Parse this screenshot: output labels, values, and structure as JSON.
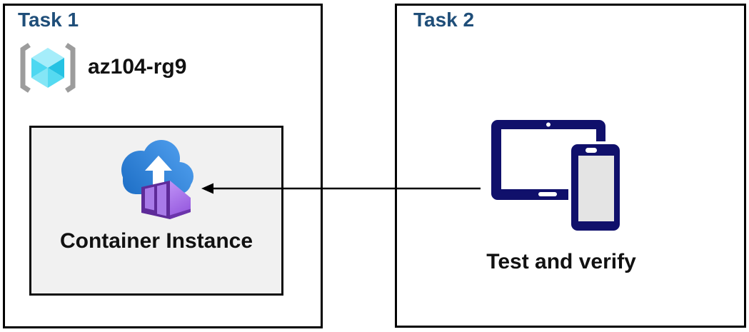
{
  "task1": {
    "title": "Task 1",
    "resource_group_name": "az104-rg9",
    "container_label": "Container Instance"
  },
  "task2": {
    "title": "Task 2",
    "caption": "Test and verify"
  },
  "arrow": {
    "direction": "from task2 devices to container instance",
    "style": "solid black, left-pointing arrowhead"
  },
  "icons": {
    "resource_group": "gray brackets enclosing cyan cube",
    "container_instance": "blue cloud with white upload arrow and purple container box",
    "devices": "navy tablet with overlapping navy phone"
  },
  "colors": {
    "page_bg": "#FFFFFF",
    "heading": "#1F4E79",
    "text": "#111111",
    "box_border": "#000000",
    "inner_box_bg": "#F1F1F1",
    "bracket_gray": "#9C9C9C",
    "cube_top": "#A5EDFA",
    "cube_left": "#4DD8F1",
    "cube_bottom_left": "#84E6F6",
    "cube_right": "#25C2E3",
    "cube_bottom_right": "#55DAF1",
    "cloud_dark": "#1E6FC6",
    "cloud_light": "#509FEE",
    "container_frame": "#5E2B99",
    "container_panel": "#A87AE8",
    "container_side_light": "#BD90F5",
    "container_side_dark": "#9254DC",
    "container_bottom": "#6B34AB",
    "device_navy": "#10106B",
    "device_screen": "#E4E4E4",
    "arrow": "#000000"
  }
}
